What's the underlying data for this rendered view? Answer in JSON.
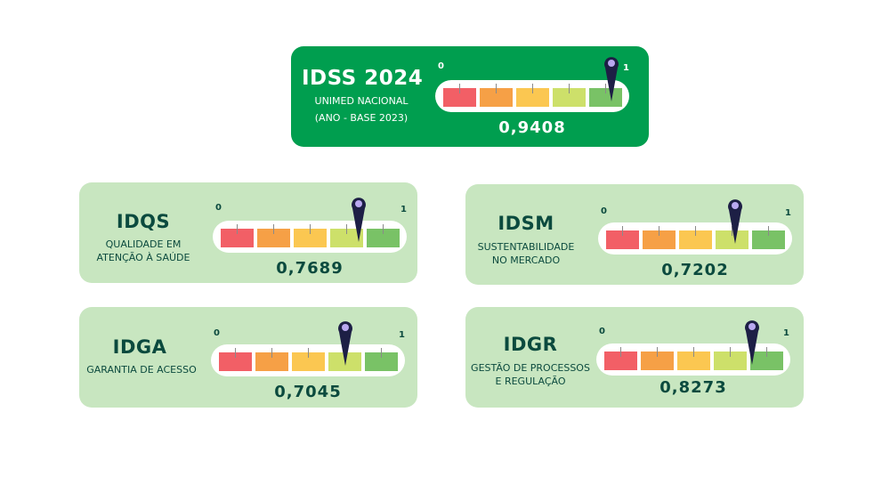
{
  "scale": {
    "min_label": "0",
    "max_label": "1",
    "min": 0,
    "max": 1
  },
  "colors": {
    "main_bg": "#009e4f",
    "sub_bg": "#c8e6c0",
    "segments": [
      "#f25f66",
      "#f6a046",
      "#fbc751",
      "#cde06a",
      "#79c266"
    ],
    "pin": "#1d1f45",
    "pin_dot": "#b9a8f0"
  },
  "main": {
    "title": "IDSS 2024",
    "subtitle_line1": "UNIMED NACIONAL",
    "subtitle_line2": "(ANO - BASE 2023)",
    "value_label": "0,9408",
    "value": 0.9408
  },
  "indices": [
    {
      "title": "IDQS",
      "subtitle_line1": "QUALIDADE EM",
      "subtitle_line2": "ATENÇÃO À SAÚDE",
      "value_label": "0,7689",
      "value": 0.7689
    },
    {
      "title": "IDSM",
      "subtitle_line1": "SUSTENTABILIDADE",
      "subtitle_line2": "NO MERCADO",
      "value_label": "0,7202",
      "value": 0.7202
    },
    {
      "title": "IDGA",
      "subtitle_line1": "GARANTIA DE ACESSO",
      "subtitle_line2": "",
      "value_label": "0,7045",
      "value": 0.7045
    },
    {
      "title": "IDGR",
      "subtitle_line1": "GESTÃO DE PROCESSOS",
      "subtitle_line2": "E REGULAÇÃO",
      "value_label": "0,8273",
      "value": 0.8273
    }
  ]
}
